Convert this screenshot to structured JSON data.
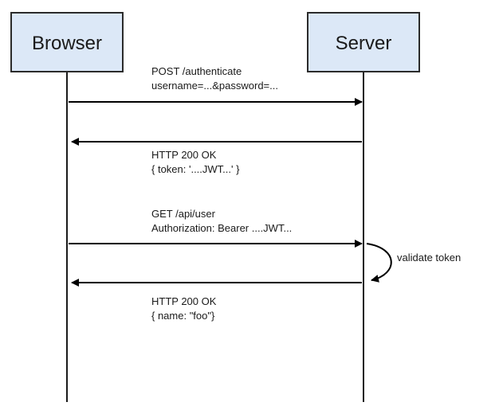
{
  "colors": {
    "actor_fill": "#dce8f7",
    "default_text": "#1a1a1a",
    "highlight_text": "#3a9a3a"
  },
  "actors": {
    "browser": {
      "label": "Browser"
    },
    "server": {
      "label": "Server"
    }
  },
  "messages": [
    {
      "direction": "browser-to-server",
      "lines": [
        {
          "text": "POST /authenticate",
          "highlight": false
        },
        {
          "text": "username=...&password=...",
          "highlight": false
        }
      ]
    },
    {
      "direction": "server-to-browser",
      "lines": [
        {
          "text": "HTTP 200 OK",
          "highlight": false
        },
        {
          "text": "{ token: '....JWT...' }",
          "highlight": true
        }
      ]
    },
    {
      "direction": "browser-to-server",
      "lines": [
        {
          "text": "GET /api/user",
          "highlight": false
        },
        {
          "text": "Authorization: Bearer ....JWT...",
          "highlight": true
        }
      ]
    },
    {
      "direction": "server-to-browser",
      "lines": [
        {
          "text": "HTTP 200 OK",
          "highlight": false
        },
        {
          "text": "{ name: \"foo\"}",
          "highlight": false
        }
      ]
    }
  ],
  "self_note": {
    "text": "validate token"
  }
}
